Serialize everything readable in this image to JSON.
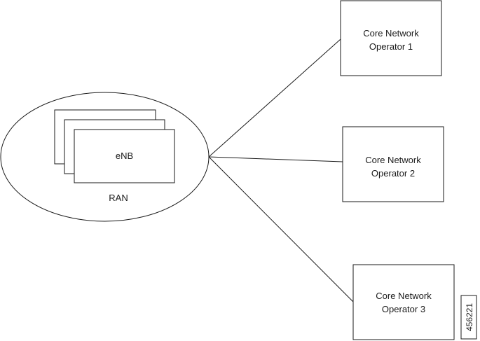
{
  "ran": {
    "label": "RAN",
    "enb_label": "eNB"
  },
  "core_networks": [
    {
      "line1": "Core Network",
      "line2": "Operator 1"
    },
    {
      "line1": "Core Network",
      "line2": "Operator 2"
    },
    {
      "line1": "Core Network",
      "line2": "Operator 3"
    }
  ],
  "figure_id": "456221"
}
